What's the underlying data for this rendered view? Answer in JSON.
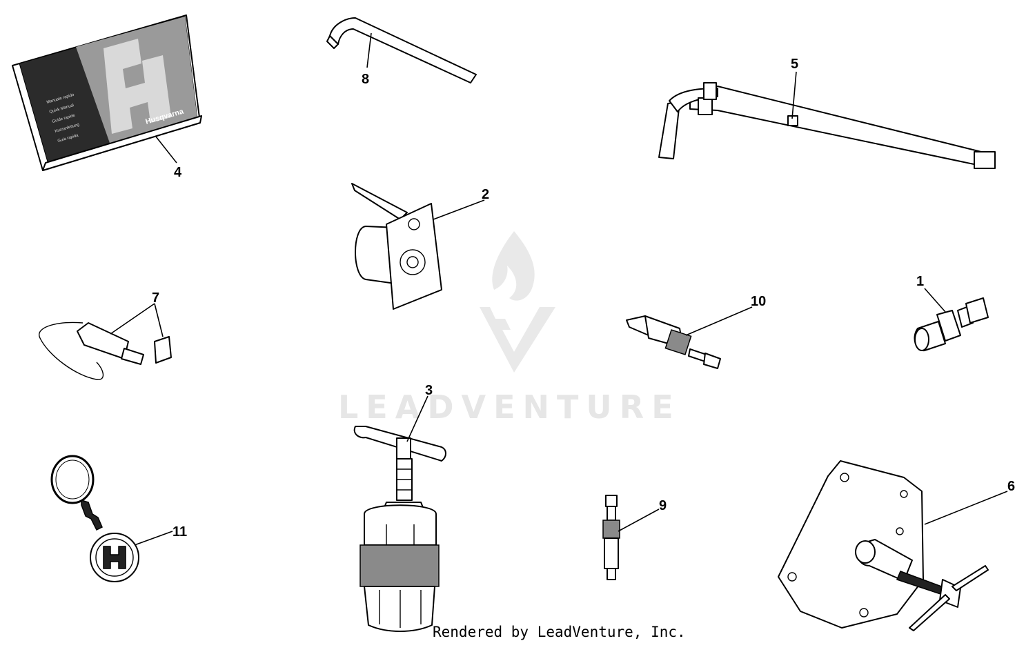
{
  "diagram": {
    "callouts": [
      {
        "id": "part-1",
        "label": "1"
      },
      {
        "id": "part-2",
        "label": "2"
      },
      {
        "id": "part-3",
        "label": "3"
      },
      {
        "id": "part-4",
        "label": "4"
      },
      {
        "id": "part-5",
        "label": "5"
      },
      {
        "id": "part-6",
        "label": "6"
      },
      {
        "id": "part-7",
        "label": "7"
      },
      {
        "id": "part-8",
        "label": "8"
      },
      {
        "id": "part-9",
        "label": "9"
      },
      {
        "id": "part-10",
        "label": "10"
      },
      {
        "id": "part-11",
        "label": "11"
      }
    ],
    "manual_cover": {
      "brand": "Husqvarna",
      "lines": [
        "Manuale rapido",
        "Quick Manual",
        "Guide rapide",
        "Kurzanleitung",
        "Guia rapida"
      ]
    }
  },
  "watermark": {
    "text": "LEADVENTURE"
  },
  "footer": {
    "credit": "Rendered by LeadVenture, Inc."
  }
}
